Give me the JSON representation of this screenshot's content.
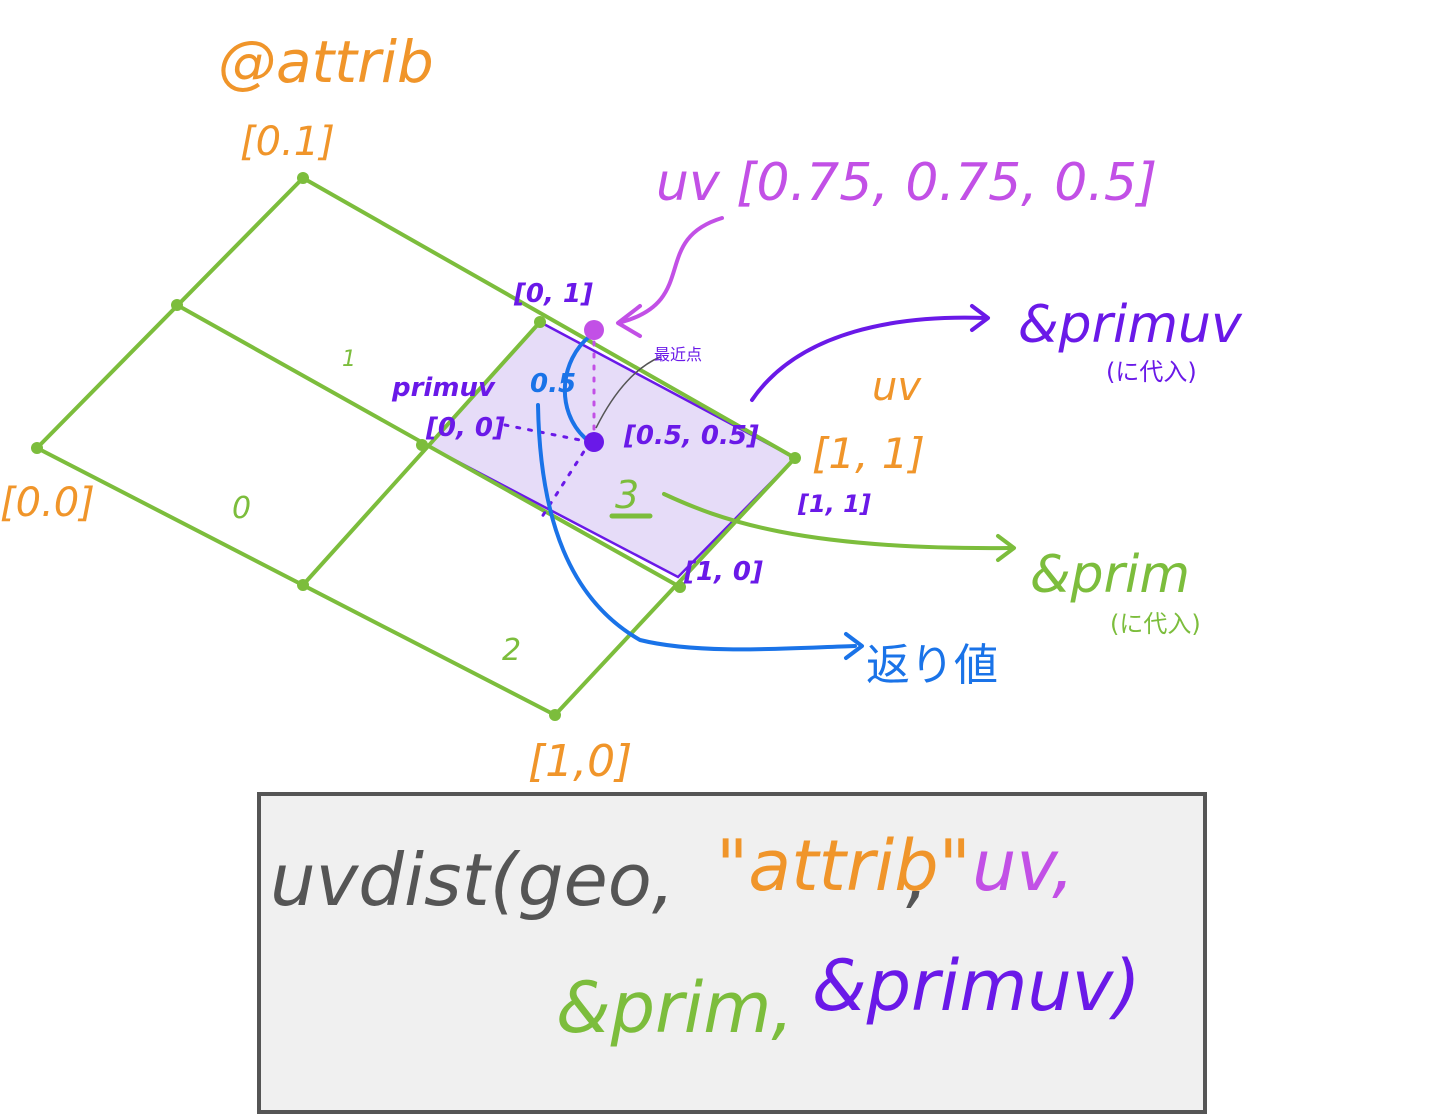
{
  "colors": {
    "orange": "#f0952a",
    "green": "#7cbd3c",
    "purple": "#6a19e8",
    "magenta": "#c250e6",
    "blue": "#1a73e8",
    "gray": "#555555",
    "box_fill": "#f0f0f0",
    "box_stroke": "#555555",
    "highlight_fill": "#e6dcf8"
  },
  "labels": {
    "attrib_name": "@attrib",
    "corner_top": "[0.1]",
    "corner_left": "[0.0]",
    "corner_bottom": "[1,0]",
    "corner_right": "[1, 1]",
    "uv_right": "uv",
    "prim_0": "0",
    "prim_1": "1",
    "prim_2": "2",
    "prim_3": "3",
    "sub_top": "[0, 1]",
    "sub_left": "[0, 0]",
    "sub_mid": "[0.5, 0.5]",
    "sub_right": "[1, 1]",
    "sub_bottom": "[1, 0]",
    "primuv_label": "primuv",
    "primuv_value": "0.5",
    "nearest_point": "最近点",
    "uv_value": "uv [0.75, 0.75, 0.5]",
    "out_primuv": "&primuv",
    "out_primuv_note": "(に代入)",
    "out_prim": "&prim",
    "out_prim_note": "(に代入)",
    "return_value": "返り値"
  },
  "formula": {
    "fn": "uvdist(geo,",
    "attrib": "\"attrib\"",
    "comma1": ",",
    "uv": "uv,",
    "prim": "&prim,",
    "primuv": "&primuv)"
  }
}
